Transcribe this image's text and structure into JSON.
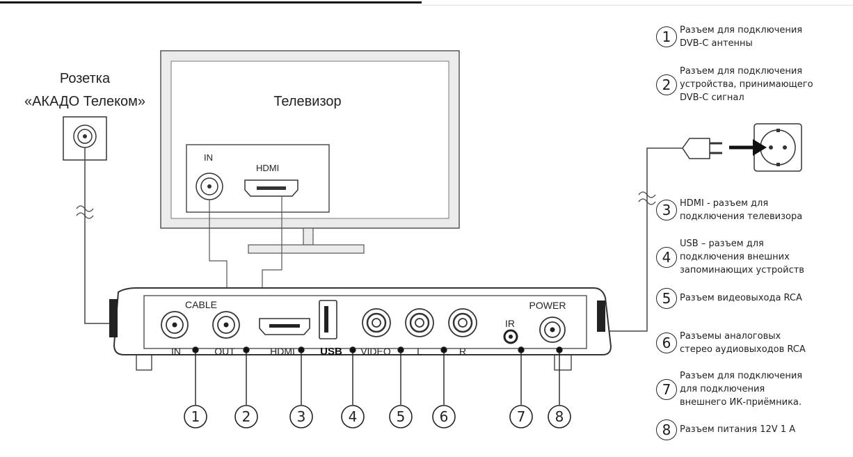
{
  "socket": {
    "title_line1": "Розетка",
    "title_line2": "«АКАДО Телеком»"
  },
  "tv": {
    "title": "Телевизор",
    "port_in": "IN",
    "port_hdmi": "HDMI"
  },
  "device": {
    "cable_label": "CABLE",
    "power_label": "POWER",
    "port_labels": [
      "IN",
      "OUT",
      "HDMI",
      "USB",
      "VIDEO",
      "L",
      "R",
      "IR"
    ]
  },
  "callouts": [
    "1",
    "2",
    "3",
    "4",
    "5",
    "6",
    "7",
    "8"
  ],
  "legend": [
    {
      "num": "1",
      "lines": [
        "Разъем для подключения",
        "DVB-C антенны"
      ]
    },
    {
      "num": "2",
      "lines": [
        "Разъем для подключения",
        "устройства, принимающего",
        "DVB-C  сигнал"
      ]
    },
    {
      "num": "3",
      "lines": [
        "HDMI - разъем для",
        "подключения телевизора"
      ]
    },
    {
      "num": "4",
      "lines": [
        "USB – разъем для",
        "подключения внешних",
        "запоминающих устройств"
      ]
    },
    {
      "num": "5",
      "lines": [
        "Разъем видеовыхода RCA"
      ]
    },
    {
      "num": "6",
      "lines": [
        "Разъемы аналоговых",
        "стерео аудиовыходов RCA"
      ]
    },
    {
      "num": "7",
      "lines": [
        "Разъем для подключения",
        "для подключения",
        "внешнего ИК-приёмника."
      ]
    },
    {
      "num": "8",
      "lines": [
        "Разъем питания 12V 1 A"
      ]
    }
  ]
}
